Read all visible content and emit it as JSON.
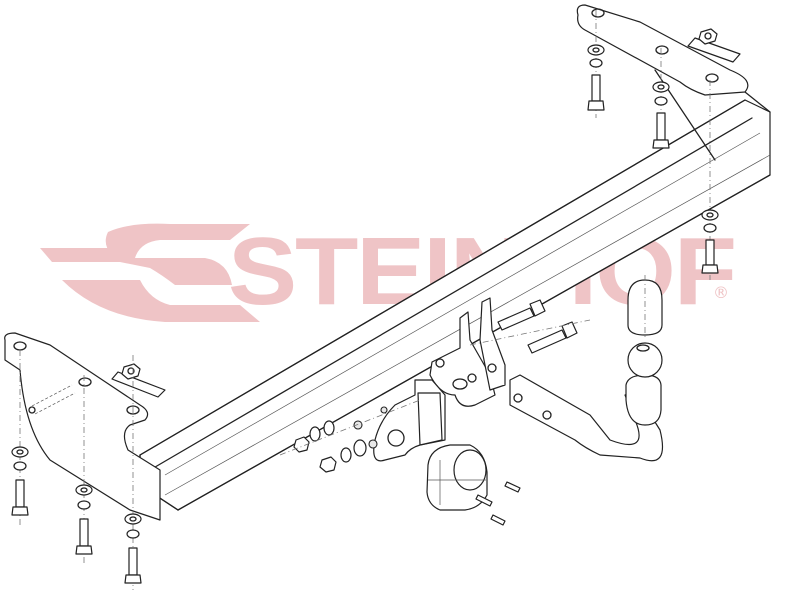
{
  "diagram": {
    "type": "exploded-assembly-drawing",
    "subject": "Detachable tow bar (towing hitch) assembly",
    "watermark": {
      "text": "STEINHOF",
      "registered_mark": "®",
      "color": "#efc4c6"
    },
    "parts": [
      "right mounting bracket",
      "left mounting bracket",
      "main cross beam",
      "ball neck receiver plates",
      "tow ball with neck",
      "ball cover cap",
      "electrical socket plate",
      "13-pin electrical socket",
      "mounting bolts",
      "washers",
      "spring washers",
      "nuts",
      "nut plates",
      "socket screws"
    ],
    "line_color": "#222222"
  }
}
